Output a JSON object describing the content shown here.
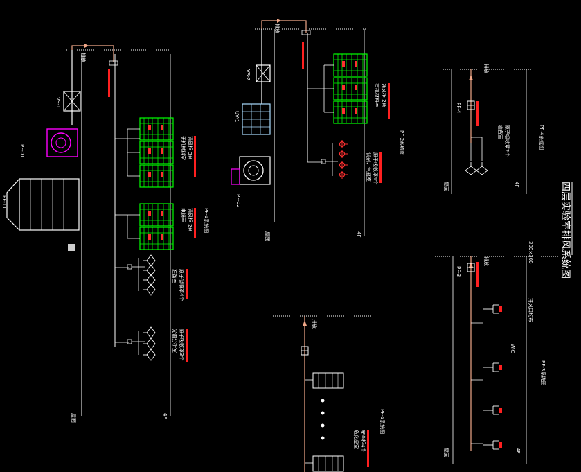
{
  "title": "四层实验室排风系统图",
  "colors": {
    "duct": "#ffffff",
    "riser": "#f2a98a",
    "hood": "#00ff00",
    "fan": "#ff00ff",
    "valve": "#ff3030",
    "note": "#ff2020",
    "filter": "#aaddff"
  },
  "pf1": {
    "roof": "屋面",
    "floor": "4F",
    "outlet": "排放",
    "fan": "PF-01",
    "unit": "PF-11",
    "damper": "VS-1",
    "system": "PF-1系统图",
    "group1": {
      "line1": "无机材料室",
      "line2": "通风柜 3台"
    },
    "group2": {
      "line1": "电镜室",
      "line2": "通风柜 2台"
    },
    "group3": {
      "line1": "准备室",
      "line2": "原子吸收罩4个"
    },
    "group4": {
      "line1": "光谱分析室",
      "line2": "原子吸收罩3个"
    }
  },
  "pf2": {
    "roof": "屋面",
    "floor": "4F",
    "outlet": "排放",
    "fan": "PF-02",
    "filter": "UV-1",
    "damper": "VS-2",
    "system": "PF-2系统图",
    "group1": {
      "line1": "有机材料室",
      "line2": "通风柜 2台"
    },
    "group2": {
      "line1": "试剂、气瓶室",
      "line2": "原子吸收罩4个"
    }
  },
  "pf3": {
    "roof": "屋面",
    "floor": "4F",
    "outlet": "排放",
    "fan": "PF-3",
    "room": "W.C",
    "size": "300×300",
    "note": "排风口均布",
    "system": "PF-3系统图"
  },
  "pf4": {
    "roof": "屋面",
    "floor": "4F",
    "outlet": "排放",
    "fan": "PF-4",
    "room1": "准备室",
    "room2": "原子吸收罩2个",
    "system": "PF-4系统图"
  },
  "pf5": {
    "outlet": "排放",
    "room1": "危化品室",
    "room2": "安全柜4个",
    "system": "PF-5系统图"
  }
}
